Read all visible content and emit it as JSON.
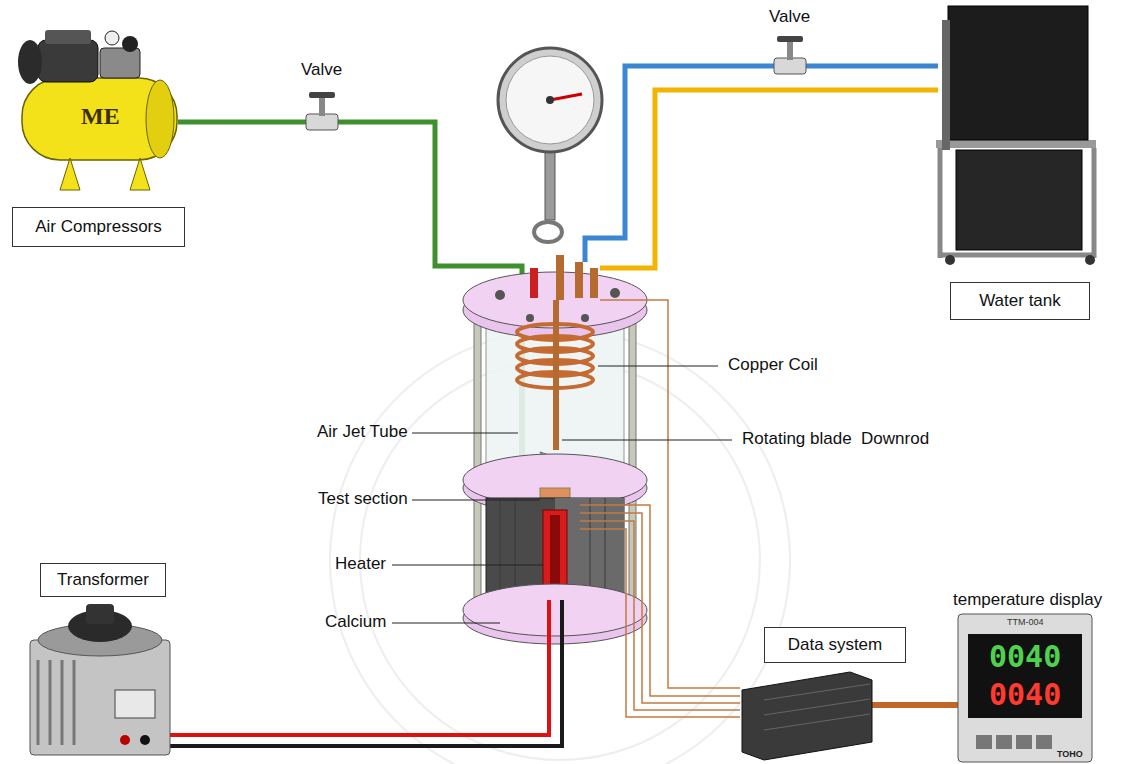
{
  "diagram": {
    "nodes": [
      {
        "text": [
          "Air Compressors"
        ]
      },
      {
        "text": [
          "Water tank"
        ]
      },
      {
        "text": [
          "Transformer"
        ]
      },
      {
        "text": [
          "Data system"
        ]
      }
    ],
    "labels": [
      "Valve",
      "Valve",
      "Copper Coil",
      "Rotating blade  Downrod",
      "Air Jet Tube",
      "Test section",
      "Heater",
      "Calcium",
      "temperature display",
      "ME",
      "TTM-004",
      "TOHO",
      "0040",
      "0040"
    ]
  }
}
